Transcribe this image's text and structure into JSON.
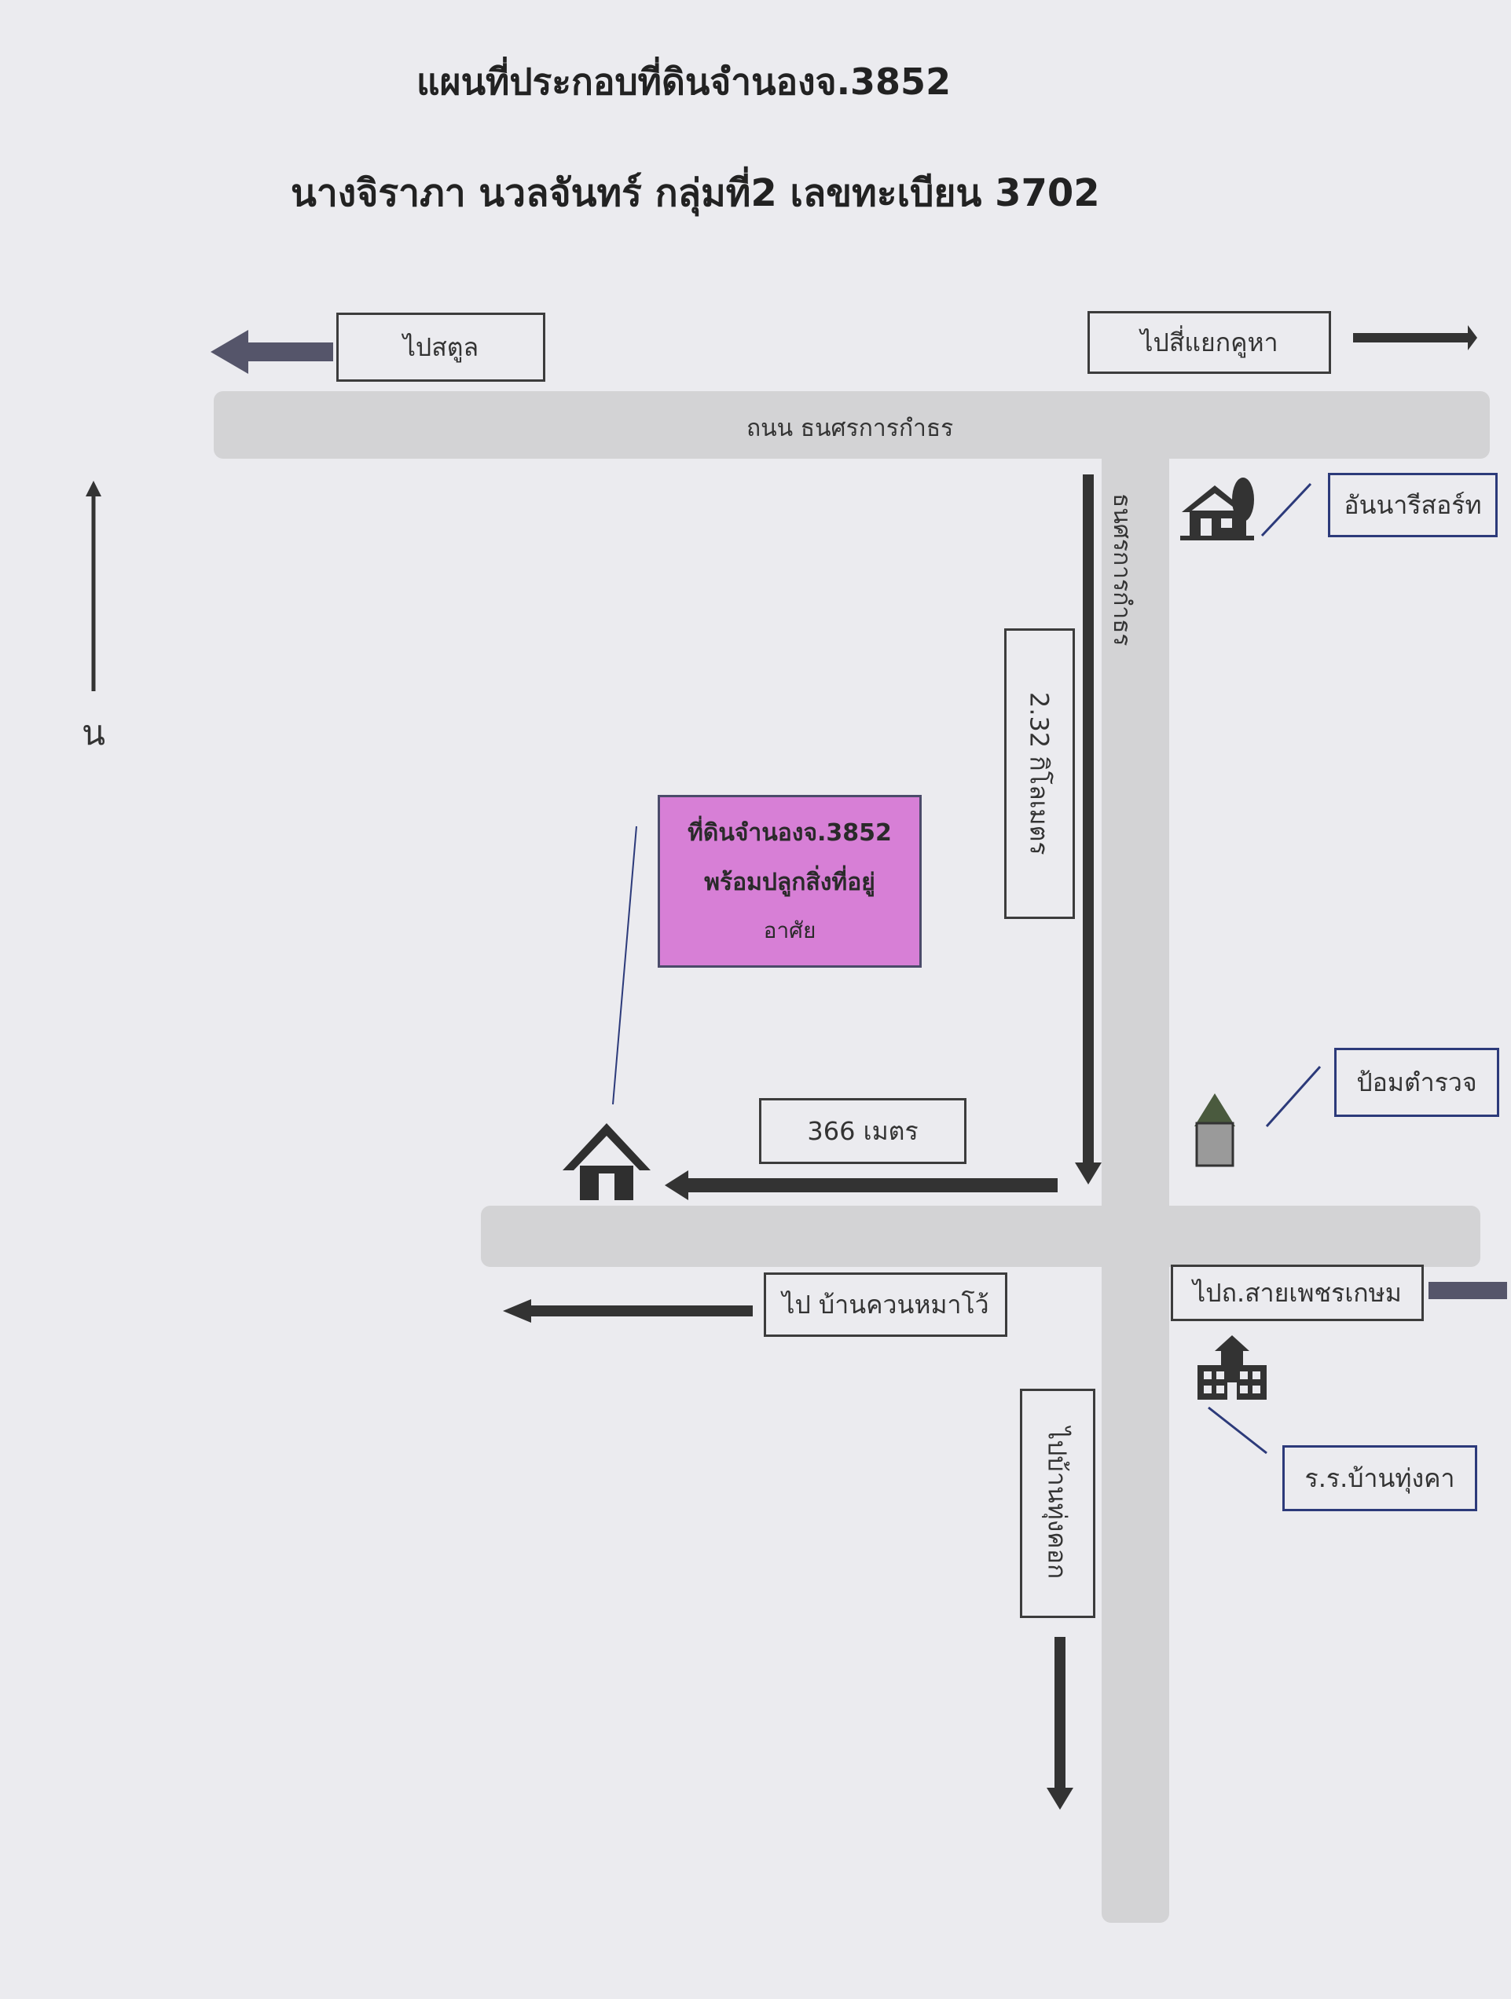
{
  "title": "แผนที่ประกอบที่ดินจำนองจ.3852",
  "subtitle": "นางจิราภา  นวลจันทร์ กลุ่มที่2 เลขทะเบียน 3702",
  "north_label": "น",
  "roads": {
    "main_road": "ถนน ธนศรการกำธร",
    "side_road": "ธนศรการกำธร"
  },
  "directions": {
    "to_satun": "ไปสตูล",
    "to_khuha": "ไปสี่แยกคูหา",
    "to_khuan_mao": "ไป บ้านควนหมาโว้",
    "to_phetkasem": "ไปถ.สายเพชรเกษม",
    "to_thung_khok": "ไปบ้านทุ่งคอก"
  },
  "distances": {
    "vertical": "2.32 กิโลเมตร",
    "horizontal": "366 เมตร"
  },
  "parcel": {
    "line1": "ที่ดินจำนองจ.3852",
    "line2": "พร้อมปลูกสิ่งที่อยู่",
    "line3": "อาศัย"
  },
  "landmarks": {
    "resort": "อันนารีสอร์ท",
    "police_box": "ป้อมตำรวจ",
    "school": "ร.ร.บ้านทุ่งคา"
  },
  "icons": [
    "house-tree-icon",
    "police-box-icon",
    "house-icon",
    "school-icon",
    "north-arrow-icon"
  ],
  "colors": {
    "parcel_fill": "#d77fd6",
    "road": "#d3d3d5",
    "arrow": "#3a3a3a",
    "box_border_blue": "#2c3a7a"
  }
}
